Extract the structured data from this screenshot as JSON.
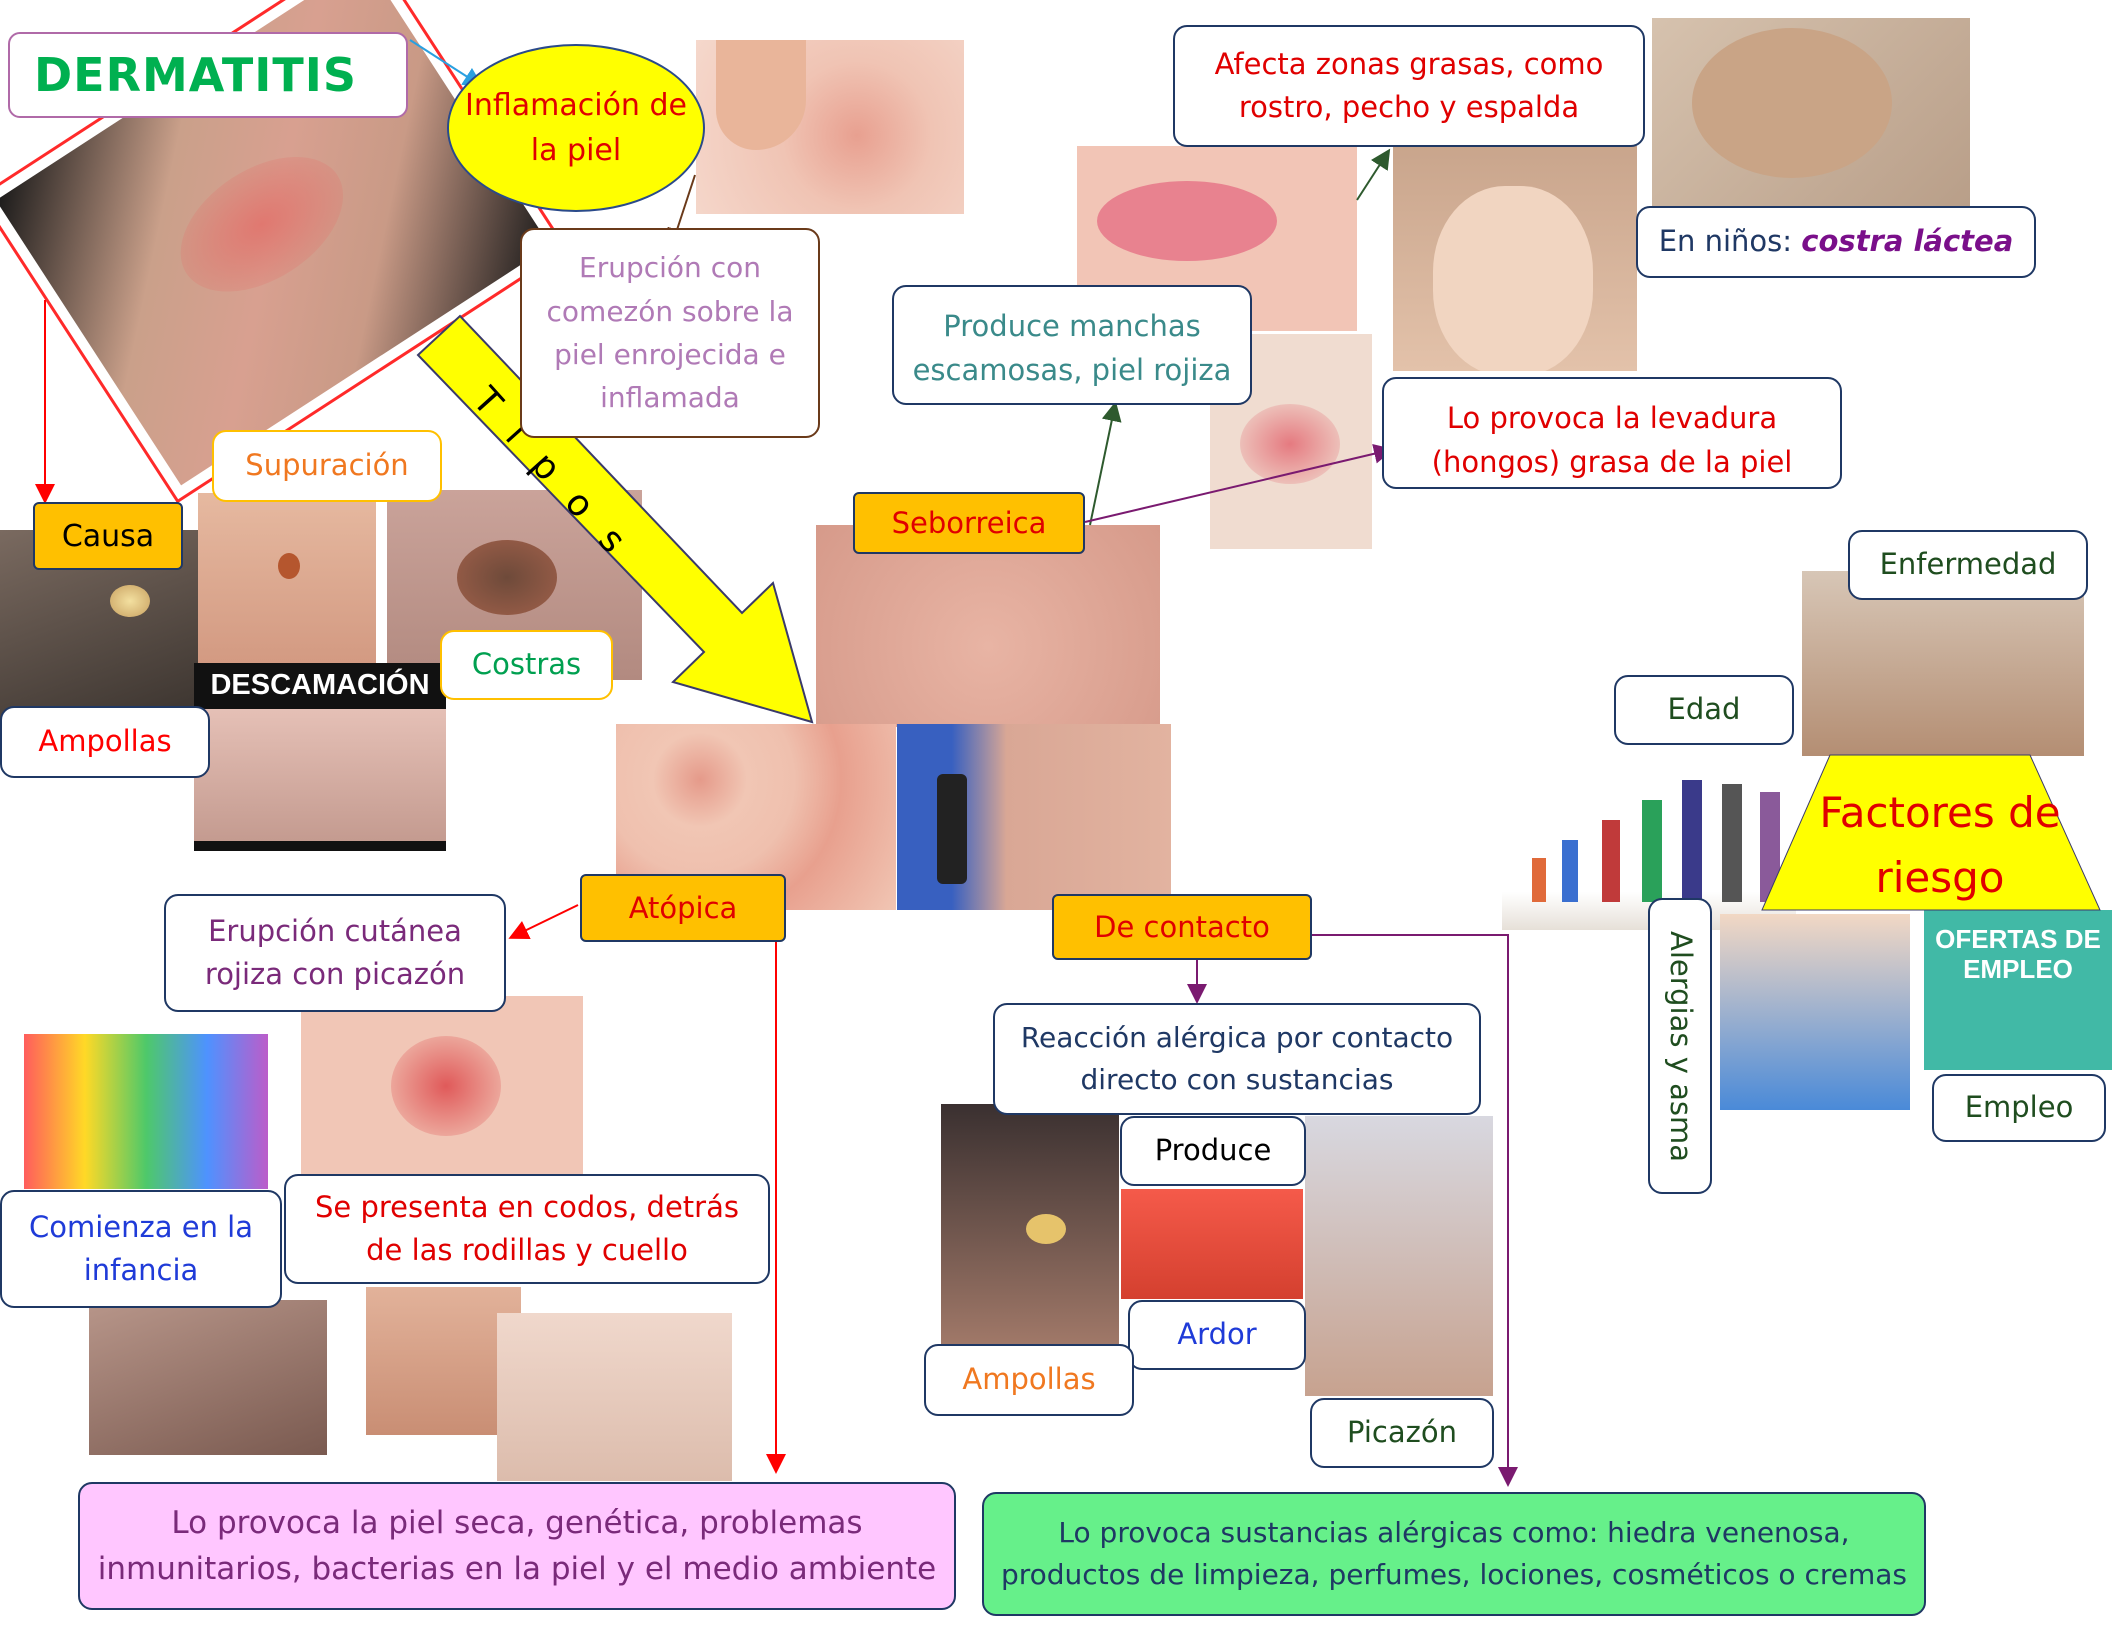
{
  "colors": {
    "title": "#00b050",
    "red": "#ff0000",
    "pink": "#c00090",
    "teal": "#3a8a8a",
    "blue": "#1f3bd8",
    "orange": "#f07820",
    "darkgreen": "#1f4d1f",
    "label_bg": "#ffc000",
    "note_pink_bg": "#ffc6ff",
    "note_green_bg": "#66f08a",
    "oval_bg": "#ffff00",
    "arrow_bg": "#ffff00",
    "purple_bold": "#7a0f8a"
  },
  "title": "DERMATITIS",
  "oval": "Inflamación de la piel",
  "eruption": "Erupción con comezón sobre la piel enrojecida e inflamada",
  "tipos_arrow": "Tipos",
  "causa": {
    "label": "Causa",
    "supuracion": "Supuración",
    "costras": "Costras",
    "descamacion": "DESCAMACIÓN",
    "ampollas": "Ampollas"
  },
  "seborreica": {
    "label": "Seborreica",
    "affects": "Afecta zonas grasas, como rostro, pecho y espalda",
    "children_prefix": "En niños: ",
    "children_emph": "costra láctea",
    "spots": "Produce manchas escamosas, piel rojiza",
    "cause": "Lo provoca la levadura (hongos) grasa de la piel"
  },
  "atopica": {
    "label": "Atópica",
    "eruption": "Erupción cutánea rojiza con picazón",
    "childhood": "Comienza en la infancia",
    "locations": "Se presenta en codos, detrás de las rodillas y cuello",
    "cause": "Lo provoca la piel seca, genética, problemas inmunitarios, bacterias en la piel y el medio ambiente"
  },
  "contacto": {
    "label": "De contacto",
    "reaction": "Reacción alérgica por contacto directo con sustancias",
    "produce": "Produce",
    "ardor": "Ardor",
    "ampollas": "Ampollas",
    "picazon": "Picazón",
    "cause": "Lo provoca sustancias alérgicas como: hiedra venenosa, productos de limpieza, perfumes, lociones, cosméticos o cremas"
  },
  "factores": {
    "title": "Factores de riesgo",
    "enfermedad": "Enfermedad",
    "edad": "Edad",
    "alergias": "Alergias y asma",
    "empleo": "Empleo",
    "ofertas_sign": "OFERTAS DE EMPLEO"
  }
}
